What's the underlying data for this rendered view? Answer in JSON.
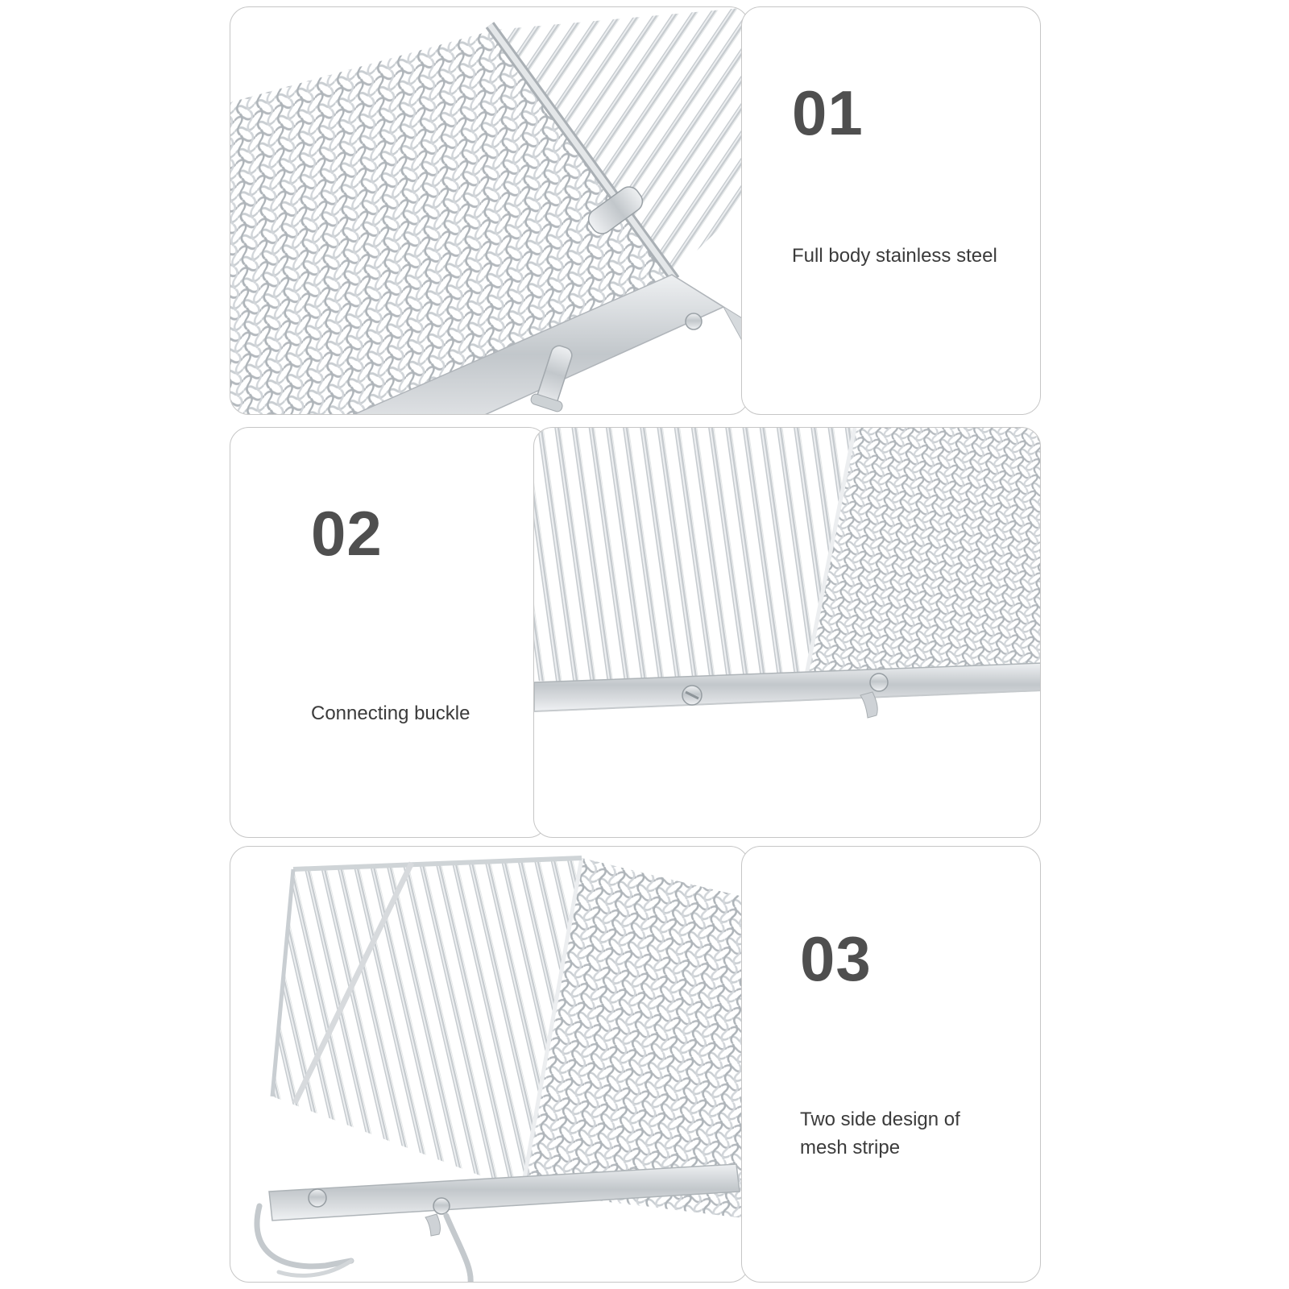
{
  "page": {
    "background": "#ffffff",
    "kind": "product feature sheet"
  },
  "style": {
    "card_border_color": "#c6c6c6",
    "number_color": "#4f4f4f",
    "description_color": "#3b3b3b",
    "steel_light": "#eef0f2",
    "steel_mid": "#c2c7cb",
    "steel_dark": "#9aa1a6"
  },
  "sections": [
    {
      "number": "01",
      "description": "Full body stainless steel",
      "image": "stainless-steel-grill-grate-angled-view"
    },
    {
      "number": "02",
      "description": "Connecting buckle",
      "image": "grill-grate-connecting-buckle-closeup"
    },
    {
      "number": "03",
      "description": "Two side design of mesh stripe",
      "image": "grill-grate-two-side-mesh-stripe-view"
    }
  ]
}
